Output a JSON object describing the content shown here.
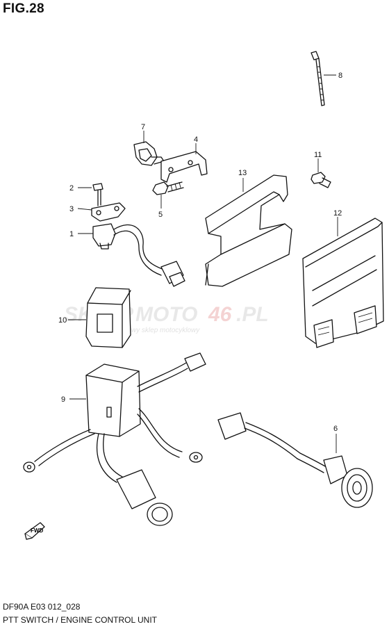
{
  "figure": {
    "title": "FIG.28",
    "model_code": "DF90A E03 012_028",
    "subtitle": "PTT SWITCH / ENGINE CONTROL UNIT"
  },
  "callouts": [
    "1",
    "2",
    "3",
    "4",
    "5",
    "6",
    "7",
    "8",
    "9",
    "10",
    "11",
    "12",
    "13"
  ],
  "watermark": {
    "brand_a": "SKLEP",
    "brand_b": "MOTO",
    "brand_c": "46",
    "brand_d": ".PL",
    "tagline": "internetowy sklep motocyklowy",
    "color_gray": "#9a9a9a",
    "color_red": "#d23a3a"
  },
  "fwd_label": "FWD"
}
